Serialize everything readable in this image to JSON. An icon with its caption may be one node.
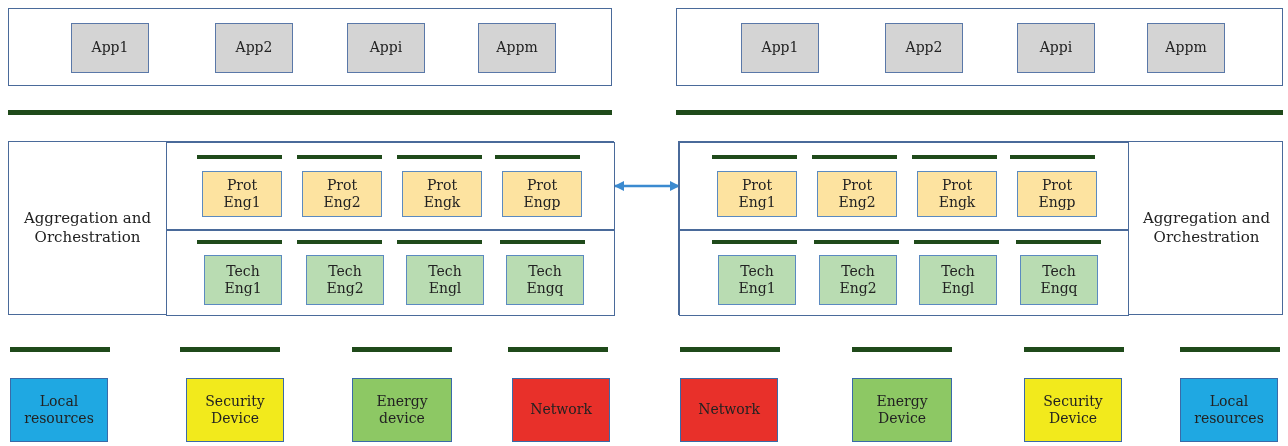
{
  "diagram": {
    "nodes": [
      {
        "text": [],
        "shape": "box"
      },
      {
        "text": [
          "App1"
        ],
        "in": 0
      },
      {
        "text": [
          "App2"
        ],
        "in": 0
      },
      {
        "text": [
          "Appi"
        ],
        "in": 0
      },
      {
        "text": [
          "Appm"
        ],
        "in": 0
      },
      {
        "text": [
          "Aggregation and Orchestration"
        ]
      },
      {
        "text": [],
        "shape": "box",
        "in": 5
      },
      {
        "text": [
          "Prot Eng1"
        ],
        "in": 6
      },
      {
        "text": [
          "Prot Eng2"
        ],
        "in": 6
      },
      {
        "text": [
          "Prot Engk"
        ],
        "in": 6
      },
      {
        "text": [
          "Prot Engp"
        ],
        "in": 6
      },
      {
        "text": [],
        "shape": "box",
        "in": 5
      },
      {
        "text": [
          "Tech Eng1"
        ],
        "in": 11
      },
      {
        "text": [
          "Tech Eng2"
        ],
        "in": 11
      },
      {
        "text": [
          "Tech Engl"
        ],
        "in": 11
      },
      {
        "text": [
          "Tech Engq"
        ],
        "in": 11
      },
      {
        "text": [],
        "shape": "box"
      },
      {
        "text": [
          "App1"
        ],
        "in": 16
      },
      {
        "text": [
          "App2"
        ],
        "in": 16
      },
      {
        "text": [
          "Appi"
        ],
        "in": 16
      },
      {
        "text": [
          "Appm"
        ],
        "in": 16
      },
      {
        "text": [
          "Aggregation and Orchestration"
        ]
      },
      {
        "text": [],
        "shape": "box",
        "in": 21
      },
      {
        "text": [
          "Prot Eng1"
        ],
        "in": 22
      },
      {
        "text": [
          "Prot Eng2"
        ],
        "in": 22
      },
      {
        "text": [
          "Prot Engk"
        ],
        "in": 22
      },
      {
        "text": [
          "Prot Engp"
        ],
        "in": 22
      },
      {
        "text": [],
        "shape": "box",
        "in": 21
      },
      {
        "text": [
          "Tech Eng1"
        ],
        "in": 27
      },
      {
        "text": [
          "Tech Eng2"
        ],
        "in": 27
      },
      {
        "text": [
          "Tech Engl"
        ],
        "in": 27
      },
      {
        "text": [
          "Tech Engq"
        ],
        "in": 27
      },
      {
        "text": [
          "Local resources"
        ]
      },
      {
        "text": [
          "Security Device"
        ]
      },
      {
        "text": [
          "Energy device"
        ]
      },
      {
        "text": [
          "Network"
        ]
      },
      {
        "text": [
          "Network"
        ]
      },
      {
        "text": [
          "Energy Device"
        ]
      },
      {
        "text": [
          "Security Device"
        ]
      },
      {
        "text": [
          "Local resources"
        ]
      }
    ],
    "edges": [
      {
        "from": 6,
        "to": 22,
        "arrow": "both"
      }
    ]
  }
}
